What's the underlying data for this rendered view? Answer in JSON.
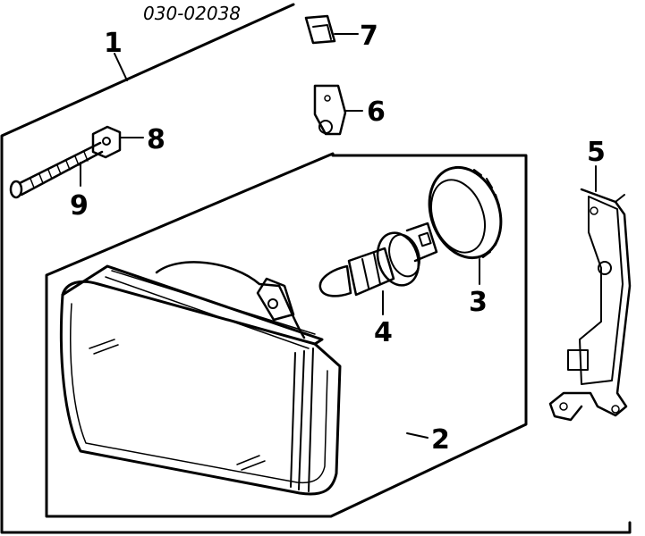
{
  "diagram": {
    "code": "030-02038",
    "callouts": [
      "1",
      "2",
      "3",
      "4",
      "5",
      "6",
      "7",
      "8",
      "9"
    ]
  }
}
